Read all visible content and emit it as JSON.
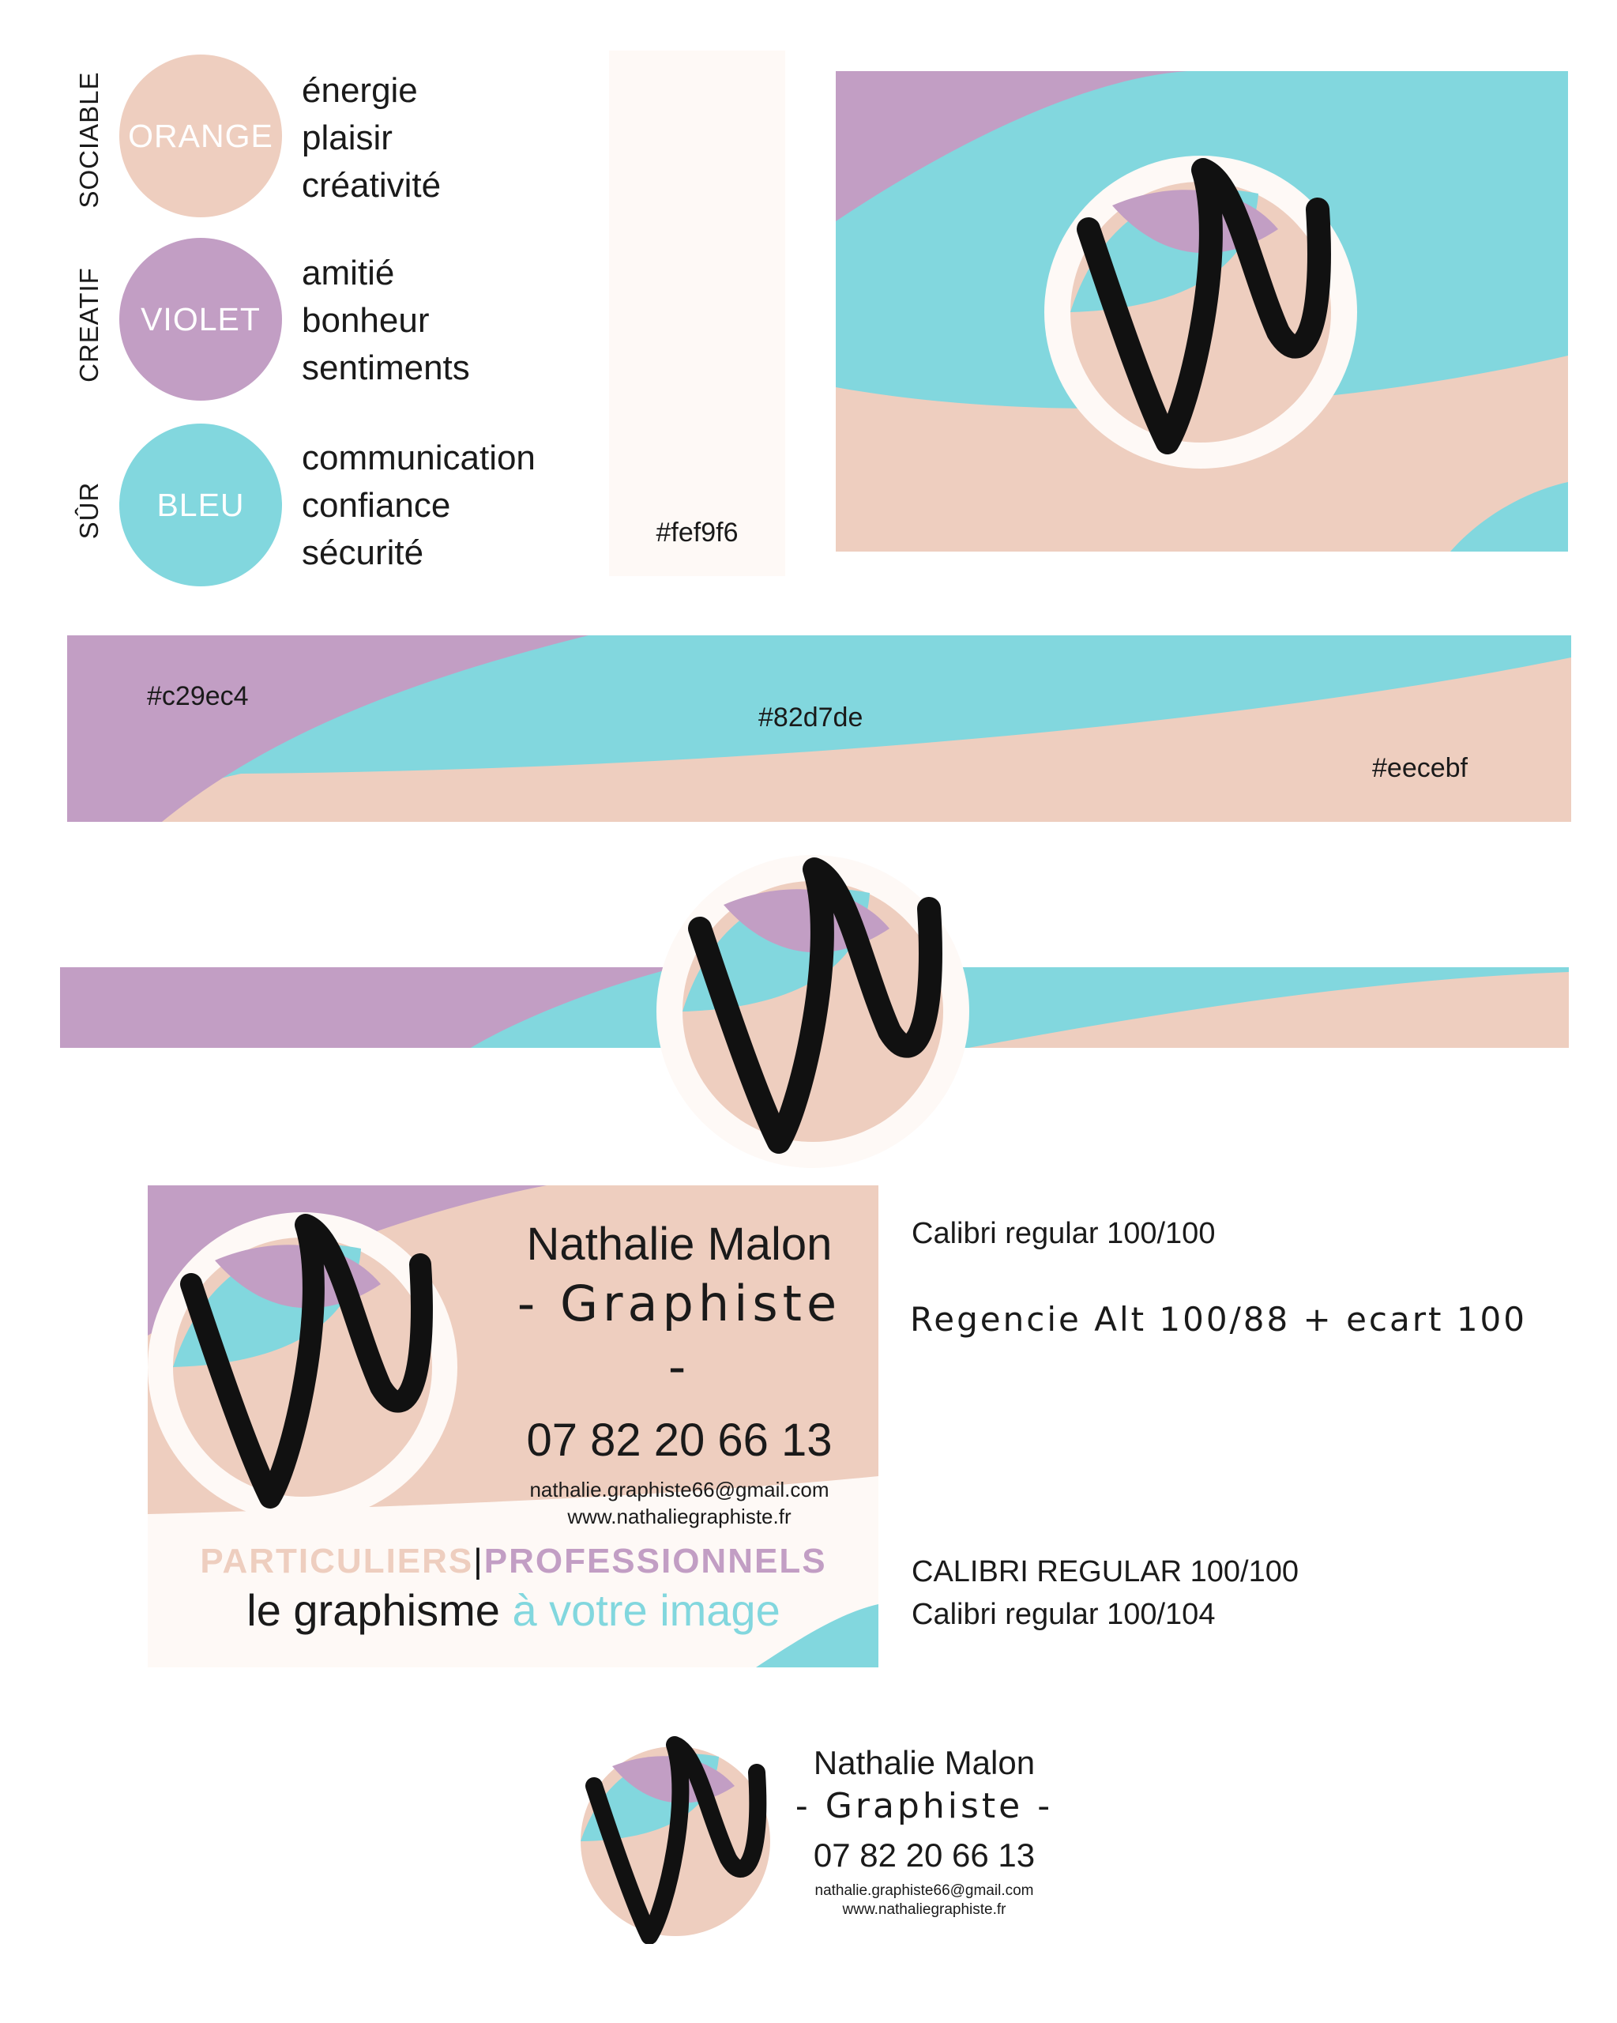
{
  "palette": {
    "violet": "#c29ec4",
    "bleu": "#82d7de",
    "orange": "#eecebf",
    "fond": "#fef9f6"
  },
  "moods": [
    {
      "side_label": "SOCIABLE",
      "color_name": "ORANGE",
      "words": [
        "énergie",
        "plaisir",
        "créativité"
      ]
    },
    {
      "side_label": "CREATIF",
      "color_name": "VIOLET",
      "words": [
        "amitié",
        "bonheur",
        "sentiments"
      ]
    },
    {
      "side_label": "SÛR",
      "color_name": "BLEU",
      "words": [
        "communication",
        "confiance",
        "sécurité"
      ]
    }
  ],
  "swatch_labels": {
    "fond": "#fef9f6",
    "violet": "#c29ec4",
    "bleu": "#82d7de",
    "orange": "#eecebf"
  },
  "card": {
    "name": "Nathalie Malon",
    "title": "- Graphiste -",
    "phone": "07 82 20 66 13",
    "email": "nathalie.graphiste66@gmail.com",
    "website": "www.nathaliegraphiste.fr",
    "tag_left": "PARTICULIERS",
    "tag_sep": "|",
    "tag_right": "PROFESSIONNELS",
    "slogan_a": "le graphisme ",
    "slogan_b": "à votre image"
  },
  "typography": {
    "spec_1": "Calibri regular 100/100",
    "spec_2": "Regencie Alt 100/88 + ecart 100",
    "spec_3": "CALIBRI REGULAR 100/100",
    "spec_4": "Calibri regular 100/104"
  },
  "icons": [
    "logo-mark",
    "logo-mark-banner",
    "logo-mark-card",
    "logo-mark-signature"
  ]
}
